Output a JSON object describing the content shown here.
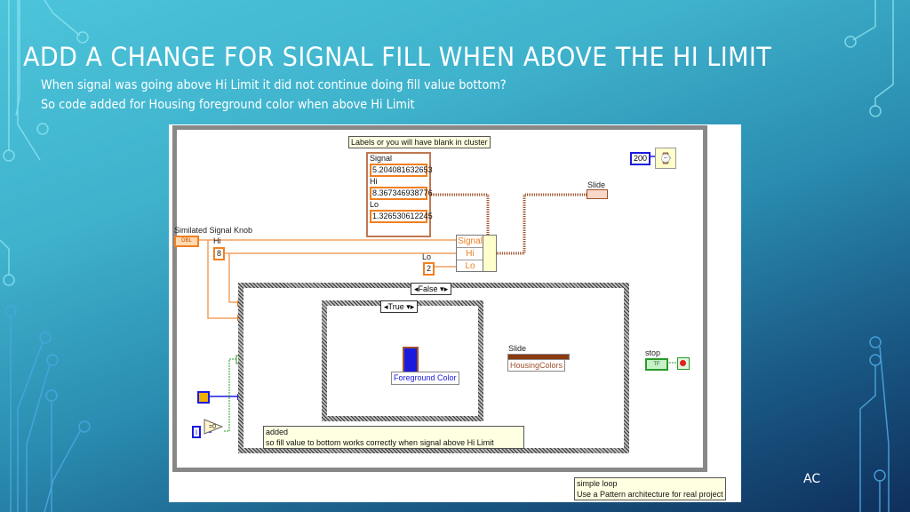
{
  "slide": {
    "title": "ADD A CHANGE FOR SIGNAL FILL WHEN ABOVE THE HI LIMIT",
    "subtitle_lines": [
      "When signal was going above Hi Limit it did not continue doing fill value bottom?",
      "So  code added for Housing foreground color when above Hi Limit"
    ],
    "footer": "AC"
  },
  "block_diagram": {
    "labels_note": "Labels or you will have blank in cluster",
    "cluster": {
      "items": [
        {
          "label": "Signal",
          "value": "5.204081632653"
        },
        {
          "label": "Hi",
          "value": "8.367346938776"
        },
        {
          "label": "Lo",
          "value": "1.326530612245"
        }
      ]
    },
    "knob_label": "Similated Signal Knob",
    "knob_terminal": "DBL",
    "hi_label": "Hi",
    "hi_const": "8",
    "lo_label": "Lo",
    "lo_const": "2",
    "bundle_items": [
      "Signal",
      "Hi",
      "Lo"
    ],
    "slide_top_label": "Slide",
    "slide_bottom_label": "Slide",
    "property": "HousingColors",
    "fg_color": "Foreground Color",
    "outer_case": "False",
    "inner_case": "True",
    "wait_const": "200",
    "stop_label": "stop",
    "stop_terminal": "TF",
    "iteration": "i",
    "compare_zero": "=0",
    "added_note": [
      "added",
      "so fill value to bottom works correctly when signal above Hi Limit"
    ],
    "loop_note": [
      "simple loop",
      "Use a Pattern architecture for real project"
    ]
  },
  "colors": {
    "accent_orange": "#f08020",
    "wire_brown": "#a0522d",
    "wire_blue": "#1a1adf",
    "wire_green": "#2a9a2a"
  }
}
